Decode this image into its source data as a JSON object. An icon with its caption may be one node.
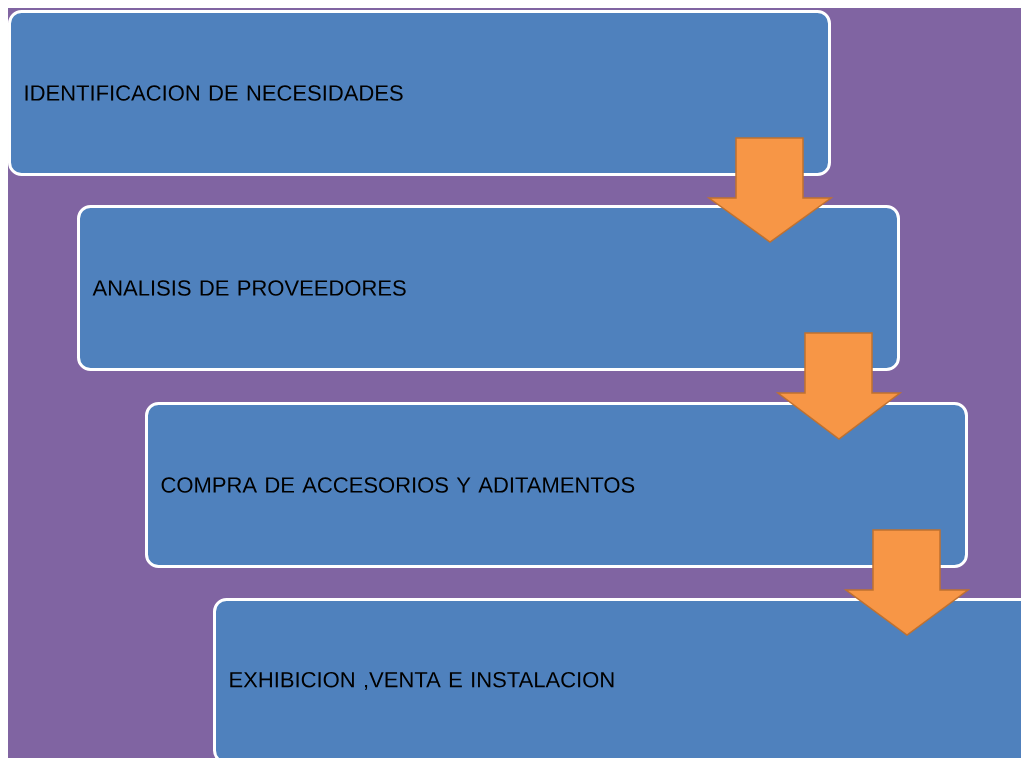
{
  "diagram": {
    "nodes": [
      {
        "text": [
          "IDENTIFICACION DE NECESIDADES"
        ]
      },
      {
        "text": [
          "ANALISIS DE PROVEEDORES"
        ]
      },
      {
        "text": [
          "COMPRA DE ACCESORIOS Y ADITAMENTOS"
        ]
      },
      {
        "text": [
          "EXHIBICION ,VENTA E INSTALACION"
        ]
      }
    ],
    "edges": [
      {
        "from": 0,
        "to": 1,
        "arrow": "to"
      },
      {
        "from": 1,
        "to": 2,
        "arrow": "to"
      },
      {
        "from": 2,
        "to": 3,
        "arrow": "to"
      }
    ]
  }
}
